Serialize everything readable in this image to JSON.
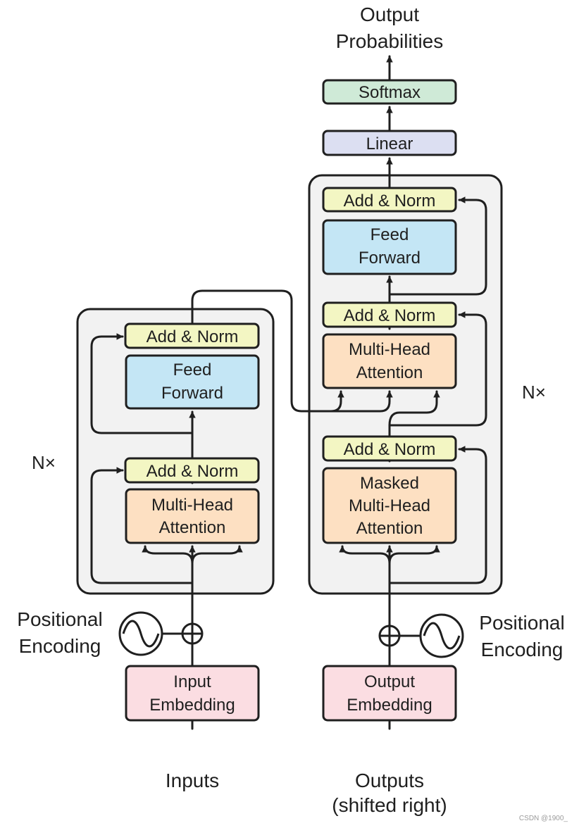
{
  "encoder": {
    "repeat_label": "N×",
    "add_norm_top": "Add & Norm",
    "feed_forward": [
      "Feed",
      "Forward"
    ],
    "add_norm_bottom": "Add & Norm",
    "attention": [
      "Multi-Head",
      "Attention"
    ],
    "embedding": [
      "Input",
      "Embedding"
    ],
    "positional_encoding": [
      "Positional",
      "Encoding"
    ],
    "input_label": "Inputs"
  },
  "decoder": {
    "repeat_label": "N×",
    "add_norm_top": "Add & Norm",
    "feed_forward": [
      "Feed",
      "Forward"
    ],
    "add_norm_mid": "Add & Norm",
    "cross_attention": [
      "Multi-Head",
      "Attention"
    ],
    "add_norm_bottom": "Add & Norm",
    "masked_attention": [
      "Masked",
      "Multi-Head",
      "Attention"
    ],
    "embedding": [
      "Output",
      "Embedding"
    ],
    "positional_encoding": [
      "Positional",
      "Encoding"
    ],
    "input_label": [
      "Outputs",
      "(shifted right)"
    ]
  },
  "head": {
    "linear": "Linear",
    "softmax": "Softmax",
    "output_label": [
      "Output",
      "Probabilities"
    ]
  },
  "colors": {
    "add_norm": "#f3f6c3",
    "feed_forward": "#c4e6f5",
    "attention": "#fde0c2",
    "embedding": "#fbdde2",
    "linear": "#dcdff2",
    "softmax": "#cfead7",
    "container": "#f2f2f2",
    "stroke": "#1f1f1f"
  },
  "watermark": "CSDN @1900_"
}
